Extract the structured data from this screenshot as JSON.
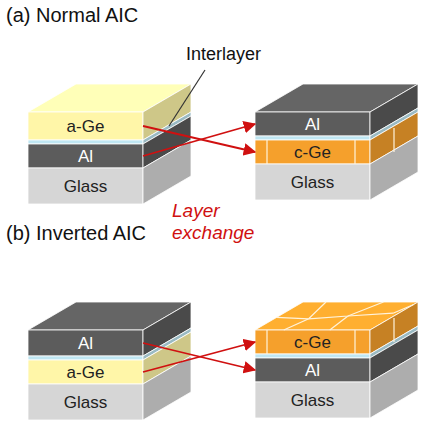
{
  "diagram": {
    "nodes": [
      {
        "text": [
          "a-Ge"
        ]
      },
      {
        "text": [
          "Al"
        ]
      },
      {
        "text": [
          "Glass"
        ]
      },
      {
        "text": [
          "Al"
        ]
      },
      {
        "text": [
          "c-Ge"
        ]
      },
      {
        "text": [
          "Glass"
        ]
      },
      {
        "text": [
          "Al"
        ]
      },
      {
        "text": [
          "a-Ge"
        ]
      },
      {
        "text": [
          "Glass"
        ]
      },
      {
        "text": [
          "c-Ge"
        ]
      },
      {
        "text": [
          "Al"
        ]
      },
      {
        "text": [
          "Glass"
        ]
      }
    ],
    "edges": [
      {
        "from": 0,
        "to": 4,
        "arrow": "to"
      },
      {
        "from": 1,
        "to": 3,
        "arrow": "to"
      },
      {
        "from": 6,
        "to": 10,
        "arrow": "to"
      },
      {
        "from": 7,
        "to": 9,
        "arrow": "to"
      }
    ],
    "labels": [
      "(a) Normal AIC",
      "Interlayer",
      "Layer exchange",
      "(b) Inverted AIC"
    ]
  }
}
